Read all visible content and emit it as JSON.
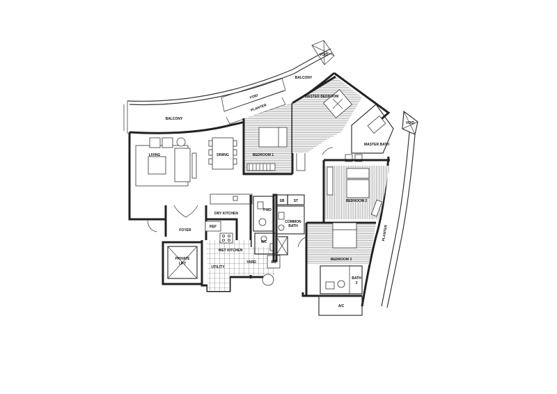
{
  "floor_plan": {
    "rooms": {
      "balcony_main": "BALCONY",
      "balcony_upper": "BALCONY",
      "void_left": "VOID",
      "void_top": "VOID",
      "void_right": "VOID",
      "planter_top": "PLANTER",
      "planter_right": "PLANTER",
      "living": "LIVING",
      "dining": "DINING",
      "master_bedroom": "MASTER BEDROOM",
      "master_bath": "MASTER BATH",
      "bedroom1": "BEDROOM 1",
      "bedroom2": "BEDROOM 2",
      "bedroom3": "BEDROOM 3",
      "bath3_line1": "BATH",
      "bath3_line2": "3",
      "dry_kitchen": "DRY KITCHEN",
      "wet_kitchen": "WET KITCHEN",
      "foyer": "FOYER",
      "private_lift_line1": "PRIVATE",
      "private_lift_line2": "LIFT",
      "utility": "UTILITY",
      "yard": "YARD",
      "ref": "REF",
      "pwd": "PWD",
      "wc": "WC",
      "common_bath_line1": "COMMON",
      "common_bath_line2": "BATH",
      "sb": "SB",
      "st": "ST",
      "ac": "A/C",
      "bs": "BS"
    },
    "colors": {
      "wall": "#222222",
      "background": "#ffffff"
    }
  }
}
